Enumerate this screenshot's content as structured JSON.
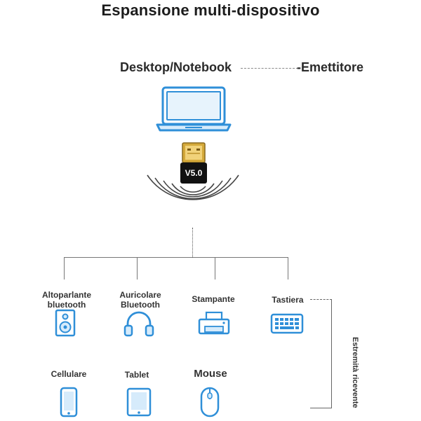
{
  "title": "Espansione multi-dispositivo",
  "source": {
    "label": "Desktop/Notebook",
    "role_label": "-Emettitore"
  },
  "adapter": {
    "version": "V5.0"
  },
  "receivers_label": "Estremità ricevente",
  "devices": [
    {
      "label": "Altoparlante\nbluetooth",
      "icon": "speaker-icon"
    },
    {
      "label": "Auricolare\nBluetooth",
      "icon": "headphones-icon"
    },
    {
      "label": "Stampante",
      "icon": "printer-icon"
    },
    {
      "label": "Tastiera",
      "icon": "keyboard-icon"
    },
    {
      "label": "Cellulare",
      "icon": "phone-icon"
    },
    {
      "label": "Tablet",
      "icon": "tablet-icon"
    },
    {
      "label": "Mouse",
      "icon": "mouse-icon"
    }
  ],
  "colors": {
    "icon_stroke": "#2f8fd8",
    "icon_fill": "#d6ebfb",
    "connector": "#777777"
  }
}
